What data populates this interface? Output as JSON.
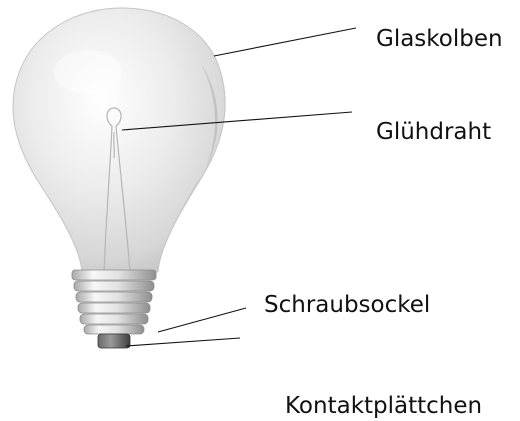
{
  "labels": {
    "glass_bulb": "Glaskolben",
    "filament": "Glühdraht",
    "screw_base": "Schraubsockel",
    "contact_plate": "Kontaktplättchen"
  },
  "colors": {
    "glass_light": "#ececec",
    "glass_mid": "#d2d2d2",
    "glass_shadow": "#b8b8b8",
    "base_metal_light": "#f5f5f5",
    "base_metal_dark": "#9a9a9a",
    "contact_dark": "#555555",
    "leader_line": "#111111",
    "text": "#111111"
  }
}
